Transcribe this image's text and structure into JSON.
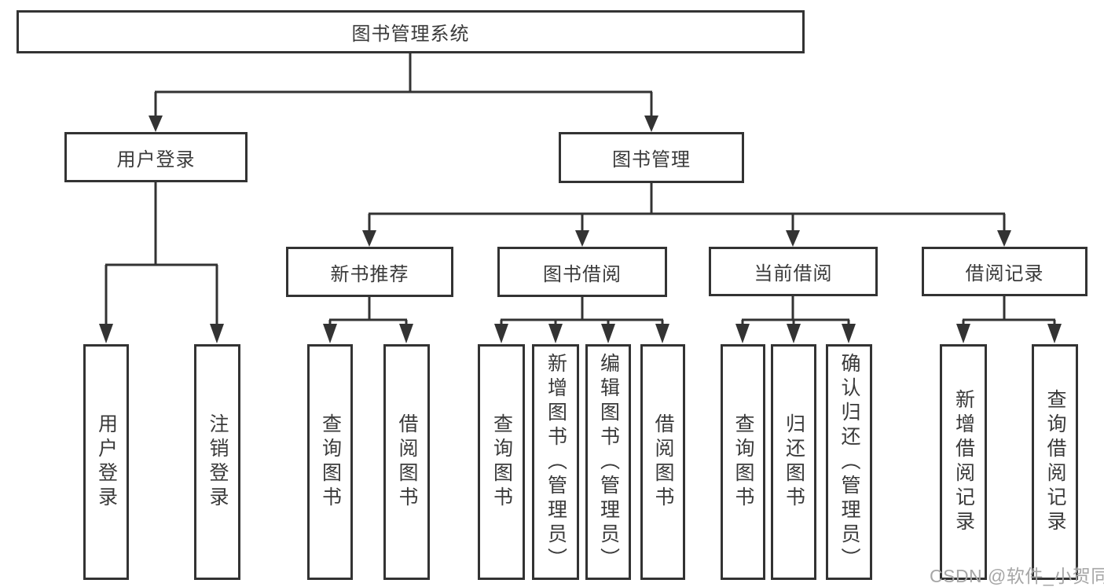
{
  "diagram": {
    "title": "图书管理系统",
    "root": {
      "label": "图书管理系统"
    },
    "level1": [
      {
        "label": "用户登录"
      },
      {
        "label": "图书管理"
      }
    ],
    "level2": [
      {
        "label": "新书推荐"
      },
      {
        "label": "图书借阅"
      },
      {
        "label": "当前借阅"
      },
      {
        "label": "借阅记录"
      }
    ],
    "leaves": [
      {
        "label": "用户登录",
        "parent": "用户登录"
      },
      {
        "label": "注销登录",
        "parent": "用户登录"
      },
      {
        "label": "查询图书",
        "parent": "新书推荐"
      },
      {
        "label": "借阅图书",
        "parent": "新书推荐"
      },
      {
        "label": "查询图书",
        "parent": "图书借阅"
      },
      {
        "label": "新增图书（管理员）",
        "parent": "图书借阅"
      },
      {
        "label": "编辑图书（管理员）",
        "parent": "图书借阅"
      },
      {
        "label": "借阅图书",
        "parent": "图书借阅"
      },
      {
        "label": "查询图书",
        "parent": "当前借阅"
      },
      {
        "label": "归还图书",
        "parent": "当前借阅"
      },
      {
        "label": "确认归还（管理员）",
        "parent": "当前借阅"
      },
      {
        "label": "新增借阅记录",
        "parent": "借阅记录"
      },
      {
        "label": "查询借阅记录",
        "parent": "借阅记录"
      }
    ]
  },
  "watermark": {
    "text": "CSDN @软件_小贺同学"
  },
  "colors": {
    "line": "#333333",
    "box_border": "#333333",
    "text": "#3a3a3a",
    "watermark": "#a6a6a6",
    "background": "#ffffff"
  }
}
